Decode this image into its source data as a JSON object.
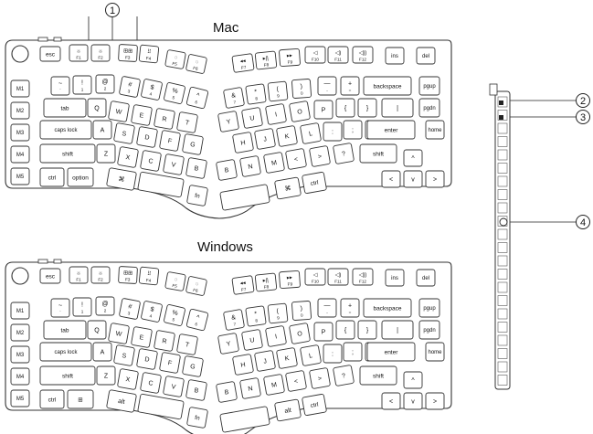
{
  "titles": {
    "mac": "Mac",
    "windows": "Windows"
  },
  "callouts": [
    "1",
    "2",
    "3",
    "4"
  ],
  "icons": {
    "mac_cmd": "command-icon",
    "win_logo": "windows-logo-icon",
    "knob": "rotary-knob-icon"
  },
  "mac": {
    "fn_left": [
      {
        "t": "esc",
        "s": ""
      },
      {
        "t": "☼",
        "s": "F1"
      },
      {
        "t": "☼",
        "s": "F2"
      },
      {
        "t": "⊞⊞",
        "s": "F3"
      },
      {
        "t": "⠿",
        "s": "F4"
      }
    ],
    "fn_right_a": [
      {
        "t": "◌",
        "s": "F5"
      },
      {
        "t": "◌",
        "s": "F6"
      }
    ],
    "fn_right_b": [
      {
        "t": "◂◂",
        "s": "F7"
      },
      {
        "t": "▸||",
        "s": "F8"
      },
      {
        "t": "▸▸",
        "s": "F9"
      },
      {
        "t": "◁",
        "s": "F10"
      },
      {
        "t": "◁)",
        "s": "F11"
      },
      {
        "t": "◁))",
        "s": "F12"
      }
    ],
    "macro": [
      "M1",
      "M2",
      "M3",
      "M4",
      "M5"
    ],
    "num_left": [
      {
        "t": "~",
        "s": "`"
      },
      {
        "t": "!",
        "s": "1"
      },
      {
        "t": "@",
        "s": "2"
      },
      {
        "t": "#",
        "s": "3"
      },
      {
        "t": "$",
        "s": "4"
      },
      {
        "t": "%",
        "s": "5"
      },
      {
        "t": "^",
        "s": "6"
      }
    ],
    "num_right": [
      {
        "t": "&",
        "s": "7"
      },
      {
        "t": "*",
        "s": "8"
      },
      {
        "t": "(",
        "s": "9"
      },
      {
        "t": ")",
        "s": "0"
      },
      {
        "t": "—",
        "s": "-"
      },
      {
        "t": "+",
        "s": "="
      }
    ],
    "backspace": "backspace",
    "q_left": [
      "tab",
      "Q",
      "W",
      "E",
      "R",
      "T"
    ],
    "q_right": [
      "Y",
      "U",
      "I",
      "O",
      "P",
      "{",
      "}",
      "|"
    ],
    "a_left": [
      "caps lock",
      "A",
      "S",
      "D",
      "F",
      "G"
    ],
    "a_right": [
      "H",
      "J",
      "K",
      "L",
      ":",
      ";",
      "\""
    ],
    "enter": "enter",
    "z_left": [
      "shift",
      "Z",
      "X",
      "C",
      "V",
      "B"
    ],
    "z_right": [
      "B",
      "N",
      "M",
      "<",
      ">",
      "?"
    ],
    "shift_r": "shift",
    "bottom_left": [
      "ctrl",
      "option",
      "⌘"
    ],
    "bottom_right": [
      "⌘",
      "ctrl"
    ],
    "fn": "fn",
    "nav": [
      "ins",
      "del",
      "pgup",
      "pgdn",
      "home"
    ],
    "arrows": [
      "^",
      "<",
      "v",
      ">"
    ]
  },
  "windows": {
    "bottom_left": [
      "ctrl",
      "⊞",
      "alt"
    ],
    "bottom_right": [
      "alt",
      "ctrl"
    ]
  }
}
